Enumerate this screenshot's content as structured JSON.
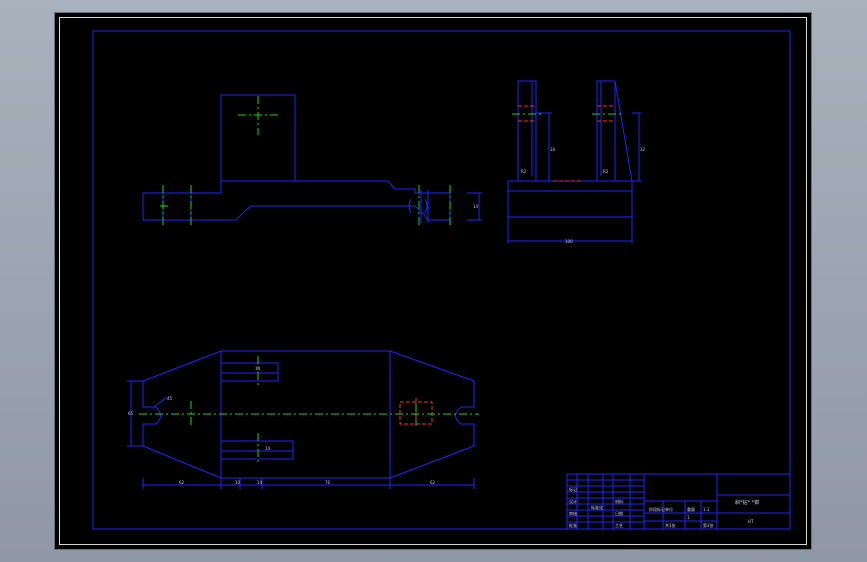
{
  "colors": {
    "background": "#000000",
    "outline": "#1f25ff",
    "centerline": "#17d817",
    "hidden": "#ff2a2a",
    "frame": "#a9b1bd"
  },
  "dimensions": {
    "side_view_height": "14",
    "right_view_height_1": "34",
    "right_view_height_2": "32",
    "right_view_width": "100",
    "right_view_r1": "R2",
    "right_view_r2": "R2",
    "plan_slot_1": "14",
    "plan_slot_2": "14",
    "plan_height": "65",
    "plan_angle": "45",
    "plan_len_1": "62",
    "plan_len_2": "10",
    "plan_len_3": "14",
    "plan_len_4": "76",
    "plan_len_5": "62"
  },
  "title_block": {
    "name": "斜*钻* *钳",
    "drawing_no": "HT",
    "cells": {
      "designer": "设计",
      "checker": "审核",
      "approve": "批准",
      "material": "材料",
      "scale": "1:1",
      "sheet": "共1张",
      "unit": "单位",
      "qty": "1",
      "weight": "重量",
      "stage": "阶段标记",
      "sheet2": "第1张",
      "date": "日期",
      "process": "工艺",
      "standard": "标准化",
      "mark": "标记"
    }
  }
}
